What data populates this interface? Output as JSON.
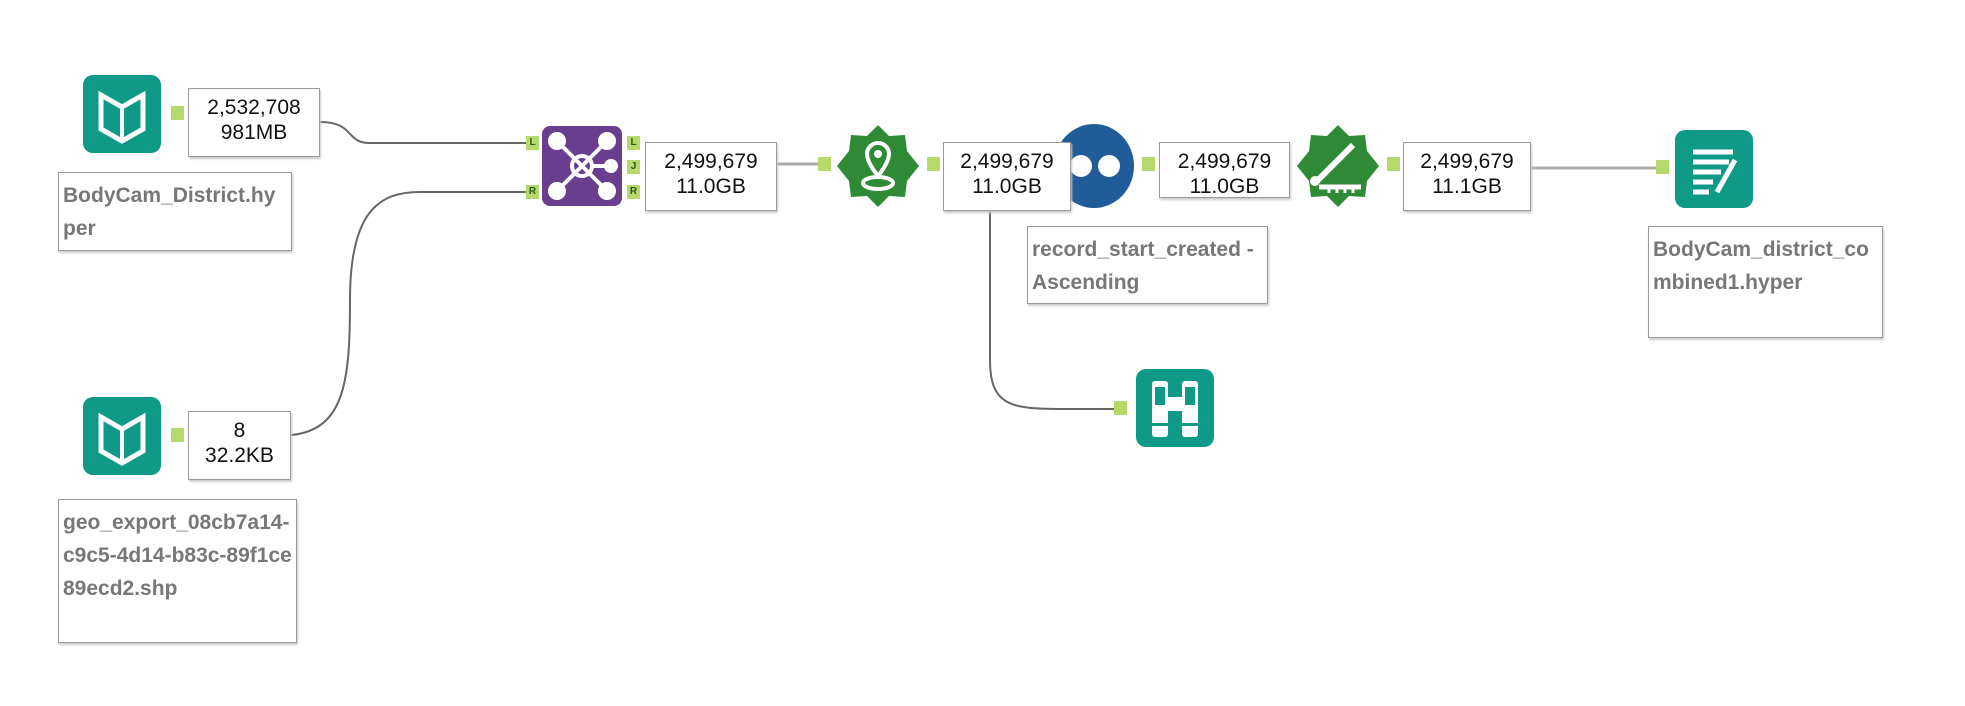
{
  "tools": {
    "input1": {
      "icon": "input-data-icon",
      "label": "BodyCam_District.hyper",
      "records": "2,532,708",
      "size": "981MB"
    },
    "input2": {
      "icon": "input-data-icon",
      "label": "geo_export_08cb7a14-c9c5-4d14-b83c-89f1ce89ecd2.shp",
      "records": "8",
      "size": "32.2KB"
    },
    "join": {
      "icon": "spatial-match-icon",
      "anchors_in": [
        "L",
        "R"
      ],
      "anchors_out": [
        "L",
        "J",
        "R"
      ],
      "records": "2,499,679",
      "size": "11.0GB"
    },
    "geo": {
      "icon": "spatial-info-icon",
      "records": "2,499,679",
      "size": "11.0GB"
    },
    "sort": {
      "icon": "sort-icon",
      "label": "record_start_created - Ascending",
      "records": "2,499,679",
      "size": "11.0GB"
    },
    "sample": {
      "icon": "sample-icon",
      "records": "2,499,679",
      "size": "11.1GB"
    },
    "output": {
      "icon": "output-data-icon",
      "label": "BodyCam_district_combined1.hyper"
    },
    "browse": {
      "icon": "browse-icon"
    }
  },
  "colors": {
    "input": "#0e9a87",
    "join": "#6a3e8f",
    "spatial": "#2f8a35",
    "sort": "#1f5c99",
    "anchor": "#b5d96a"
  }
}
